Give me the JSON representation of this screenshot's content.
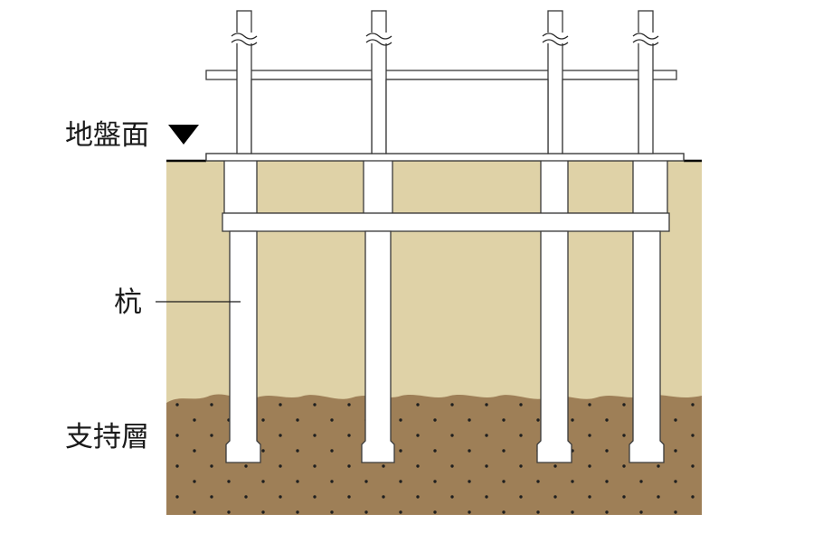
{
  "labels": {
    "ground_surface": "地盤面",
    "pile": "杭",
    "bearing_layer": "支持層"
  },
  "colors": {
    "soil": "#dfd2a7",
    "bearing_layer": "#9e7f57",
    "dots": "#1f1f1f",
    "structure_fill": "#ffffff",
    "structure_stroke": "#3a3a3a",
    "ground_line": "#000000",
    "marker": "#000000"
  },
  "icons": {
    "ground_marker": "inverted-triangle",
    "column_break": "wavy-break-mark"
  }
}
